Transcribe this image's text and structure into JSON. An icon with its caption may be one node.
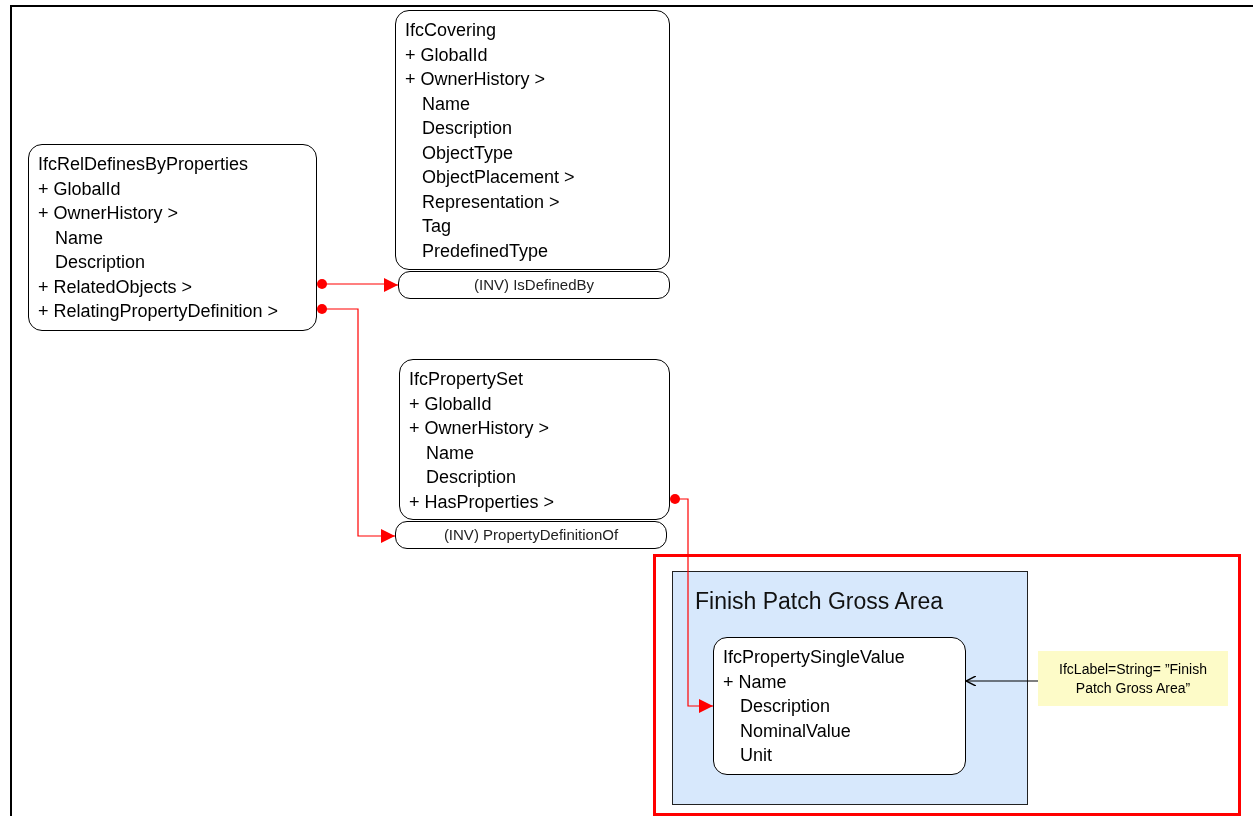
{
  "diagram": {
    "nodes": [
      {
        "text": [
          "IfcRelDefinesByProperties",
          "+ GlobalId",
          "+ OwnerHistory >",
          "Name",
          "Description",
          "+ RelatedObjects >",
          "+ RelatingPropertyDefinition >"
        ]
      },
      {
        "text": [
          "IfcCovering",
          "+ GlobalId",
          "+ OwnerHistory >",
          "Name",
          "Description",
          "ObjectType",
          "ObjectPlacement >",
          "Representation >",
          "Tag",
          "PredefinedType"
        ]
      },
      {
        "text": [
          "(INV) IsDefinedBy"
        ]
      },
      {
        "text": [
          "IfcPropertySet",
          "+ GlobalId",
          "+ OwnerHistory >",
          "Name",
          "Description",
          "+ HasProperties >"
        ]
      },
      {
        "text": [
          "(INV) PropertyDefinitionOf"
        ]
      },
      {
        "text": [],
        "shape": "box"
      },
      {
        "text": [
          "Finish Patch Gross Area"
        ],
        "in": 5
      },
      {
        "text": [
          "IfcPropertySingleValue",
          "+ Name",
          "Description",
          "NominalValue",
          "Unit"
        ],
        "in": 6
      },
      {
        "text": [
          "IfcLabel=String= ”Finish Patch Gross Area”"
        ],
        "in": 5
      }
    ],
    "edges": [
      {
        "from": 0,
        "to": 2,
        "arrow": "to"
      },
      {
        "from": 0,
        "to": 4,
        "arrow": "to"
      },
      {
        "from": 3,
        "to": 7,
        "arrow": "to"
      },
      {
        "from": 8,
        "to": 7,
        "arrow": "to",
        "color": "#000000"
      }
    ]
  }
}
